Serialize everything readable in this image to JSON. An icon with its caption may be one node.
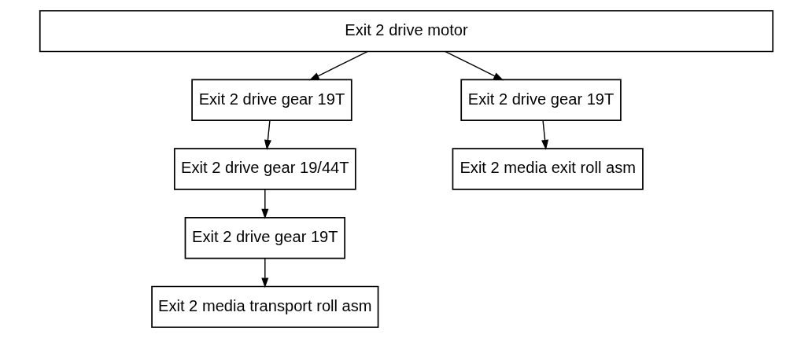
{
  "diagram": {
    "nodes": [
      {
        "text": [
          "Exit 2 drive motor"
        ]
      },
      {
        "text": [
          "Exit 2 drive gear 19T"
        ]
      },
      {
        "text": [
          "Exit 2 drive gear 19/44T"
        ]
      },
      {
        "text": [
          "Exit 2 drive gear 19T"
        ]
      },
      {
        "text": [
          "Exit 2 media transport roll asm"
        ]
      },
      {
        "text": [
          "Exit 2 drive gear 19T"
        ]
      },
      {
        "text": [
          "Exit 2 media exit roll asm"
        ]
      }
    ],
    "edges": [
      {
        "from": 0,
        "to": 1,
        "arrow": "to"
      },
      {
        "from": 1,
        "to": 2,
        "arrow": "to"
      },
      {
        "from": 2,
        "to": 3,
        "arrow": "to"
      },
      {
        "from": 3,
        "to": 4,
        "arrow": "to"
      },
      {
        "from": 0,
        "to": 5,
        "arrow": "to"
      },
      {
        "from": 5,
        "to": 6,
        "arrow": "to"
      }
    ]
  }
}
